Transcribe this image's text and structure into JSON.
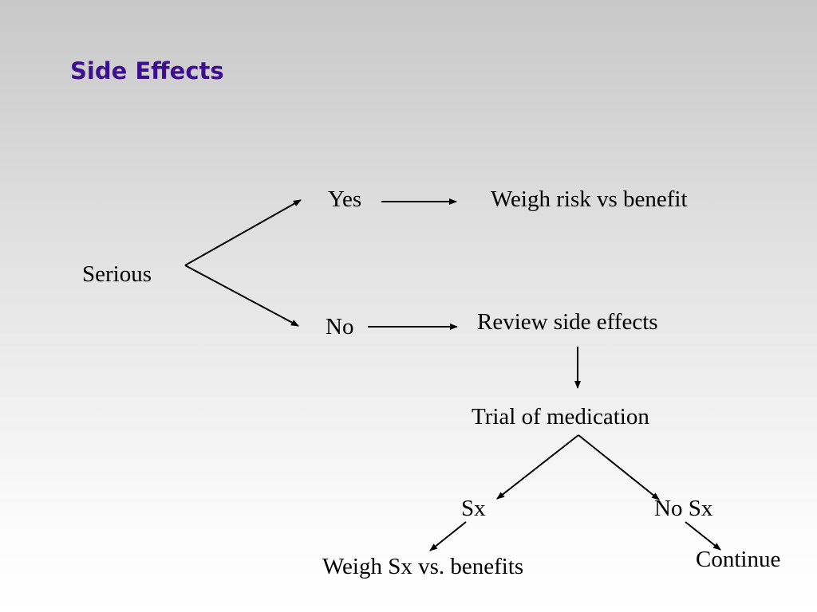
{
  "slide": {
    "title": "Side Effects"
  },
  "diagram": {
    "nodes": {
      "serious": "Serious",
      "yes": "Yes",
      "no": "No",
      "weigh_risk": "Weigh risk vs benefit",
      "review_side_effects": "Review side effects",
      "trial_of_medication": "Trial of medication",
      "sx": "Sx",
      "no_sx": "No Sx",
      "weigh_sx": "Weigh Sx vs. benefits",
      "continue": "Continue"
    },
    "edges": [
      {
        "from": "Serious",
        "to": "Yes"
      },
      {
        "from": "Serious",
        "to": "No"
      },
      {
        "from": "Yes",
        "to": "Weigh risk vs benefit"
      },
      {
        "from": "No",
        "to": "Review side effects"
      },
      {
        "from": "Review side effects",
        "to": "Trial of medication"
      },
      {
        "from": "Trial of medication",
        "to": "Sx"
      },
      {
        "from": "Trial of medication",
        "to": "No Sx"
      },
      {
        "from": "Sx",
        "to": "Weigh Sx vs. benefits"
      },
      {
        "from": "No Sx",
        "to": "Continue"
      }
    ],
    "line_color": "#000000"
  }
}
